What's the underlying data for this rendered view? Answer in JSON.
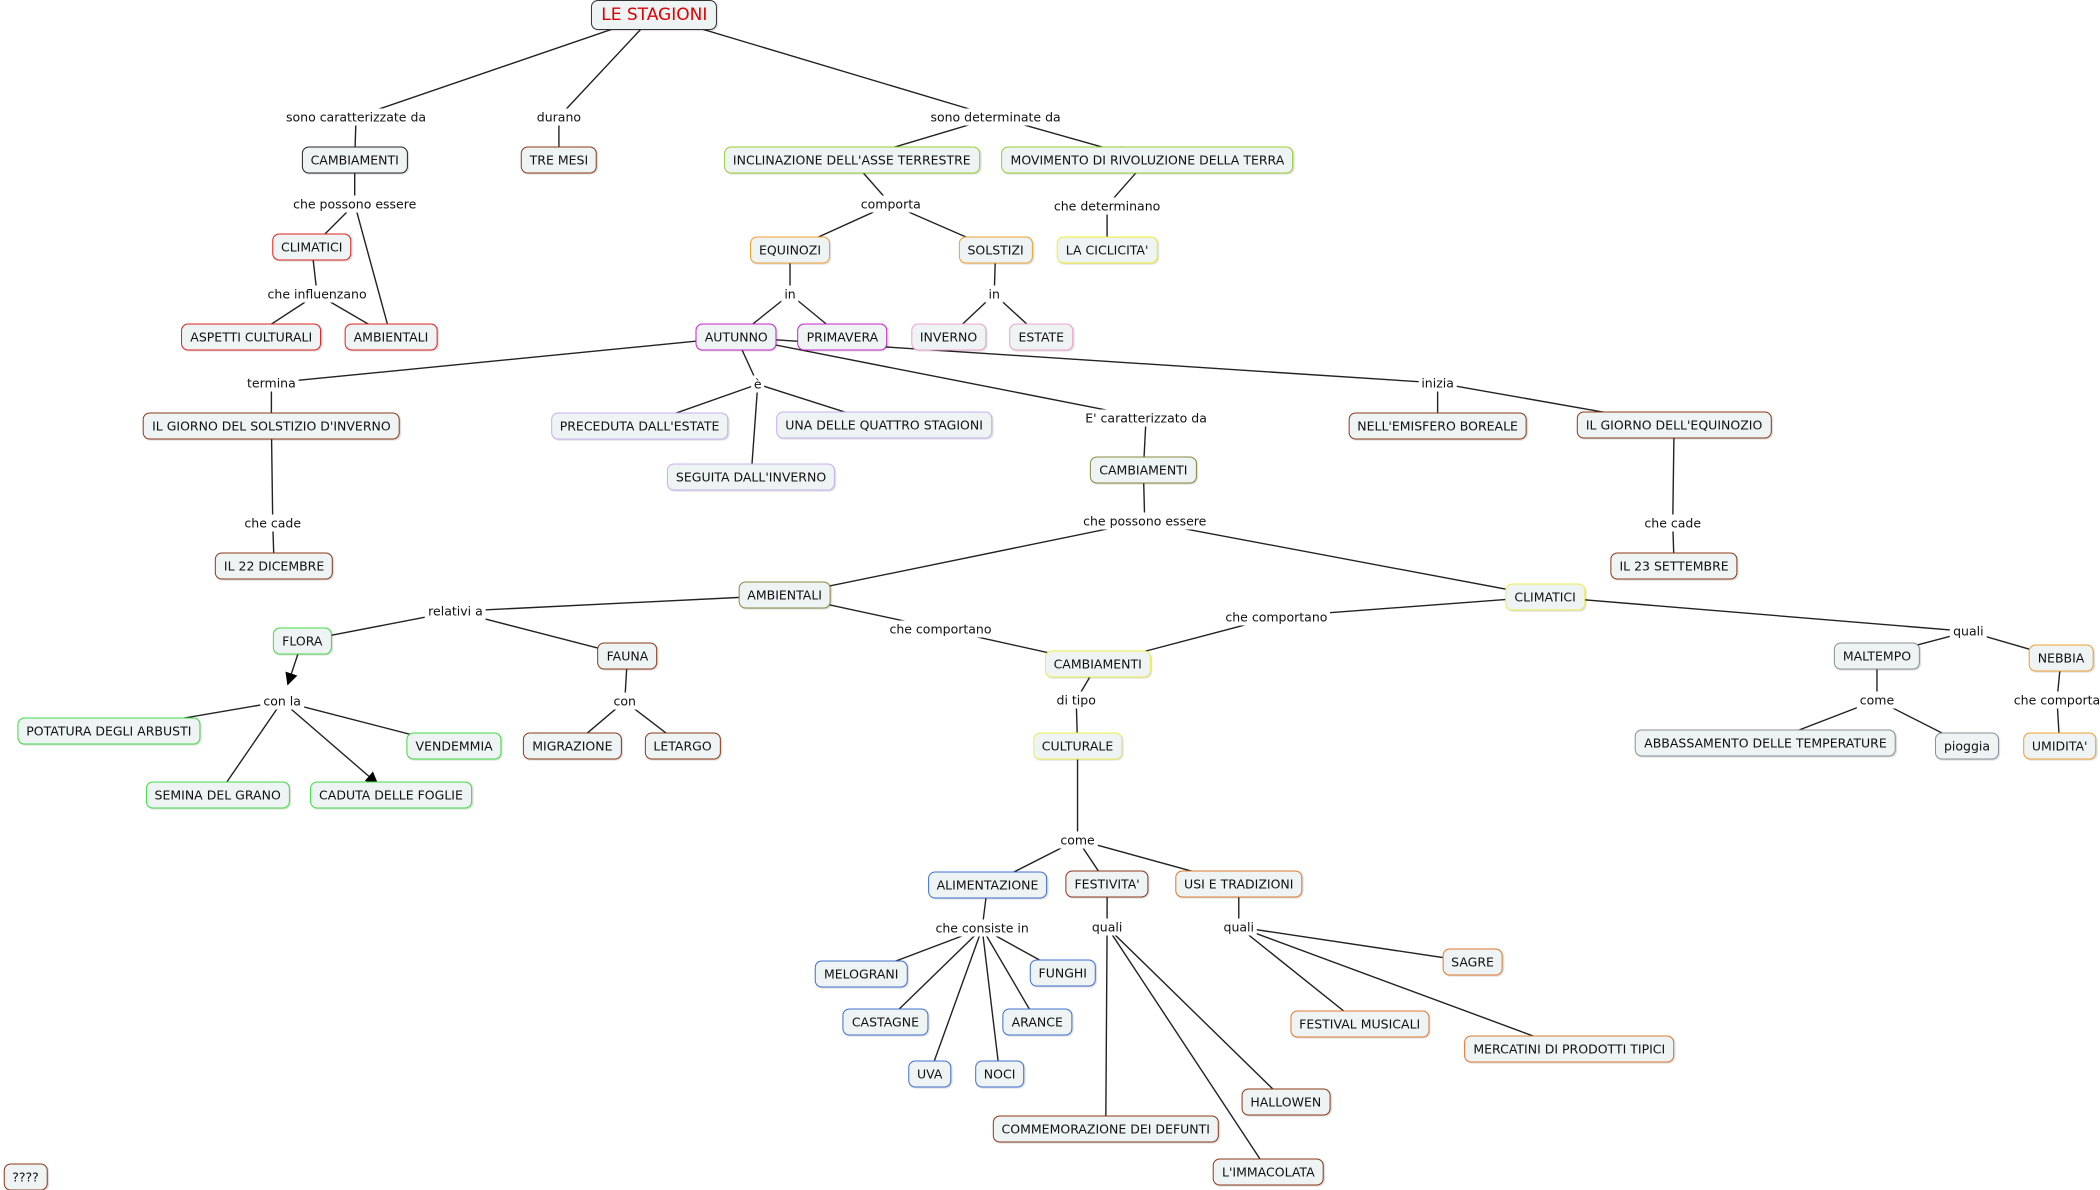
{
  "title": "LE STAGIONI",
  "concepts": [
    {
      "text": "LE STAGIONI",
      "color": "#333333"
    },
    {
      "text": "CAMBIAMENTI",
      "color": "#222222"
    },
    {
      "text": "TRE MESI",
      "color": "#8b3a1a"
    },
    {
      "text": "INCLINAZIONE DELL'ASSE TERRESTRE",
      "color": "#9acd32"
    },
    {
      "text": "MOVIMENTO DI RIVOLUZIONE DELLA TERRA",
      "color": "#9acd32"
    },
    {
      "text": "CLIMATICI",
      "color": "#e02020"
    },
    {
      "text": "AMBIENTALI",
      "color": "#e02020"
    },
    {
      "text": "ASPETTI CULTURALI",
      "color": "#e02020"
    },
    {
      "text": "EQUINOZI",
      "color": "#f0a030"
    },
    {
      "text": "SOLSTIZI",
      "color": "#f0a030"
    },
    {
      "text": "LA CICLICITA'",
      "color": "#eeee30"
    },
    {
      "text": "AUTUNNO",
      "color": "#cc22cc"
    },
    {
      "text": "PRIMAVERA",
      "color": "#cc22cc"
    },
    {
      "text": "INVERNO",
      "color": "#f0a0d0"
    },
    {
      "text": "ESTATE",
      "color": "#f0a0d0"
    },
    {
      "text": "IL GIORNO DEL SOLSTIZIO D'INVERNO",
      "color": "#8b3a1a"
    },
    {
      "text": "PRECEDUTA DALL'ESTATE",
      "color": "#c8b0f0"
    },
    {
      "text": "UNA DELLE QUATTRO STAGIONI",
      "color": "#c8b0f0"
    },
    {
      "text": "SEGUITA DALL'INVERNO",
      "color": "#c8b0f0"
    },
    {
      "text": "NELL'EMISFERO BOREALE",
      "color": "#8b3a1a"
    },
    {
      "text": "IL GIORNO DELL'EQUINOZIO",
      "color": "#8b3a1a"
    },
    {
      "text": "CAMBIAMENTI",
      "color": "#8a8a40"
    },
    {
      "text": "IL 22 DICEMBRE",
      "color": "#8b3a1a"
    },
    {
      "text": "IL 23 SETTEMBRE",
      "color": "#8b3a1a"
    },
    {
      "text": "AMBIENTALI",
      "color": "#8a8a40"
    },
    {
      "text": "CLIMATICI",
      "color": "#eeee50"
    },
    {
      "text": "FLORA",
      "color": "#40dd40"
    },
    {
      "text": "FAUNA",
      "color": "#8b3a1a"
    },
    {
      "text": "CAMBIAMENTI",
      "color": "#eeee50"
    },
    {
      "text": "MALTEMPO",
      "color": "#8a9098"
    },
    {
      "text": "NEBBIA",
      "color": "#f0a030"
    },
    {
      "text": "POTATURA DEGLI ARBUSTI",
      "color": "#40dd40"
    },
    {
      "text": "VENDEMMIA",
      "color": "#40dd40"
    },
    {
      "text": "MIGRAZIONE",
      "color": "#8b3a1a"
    },
    {
      "text": "LETARGO",
      "color": "#8b3a1a"
    },
    {
      "text": "CULTURALE",
      "color": "#eeee50"
    },
    {
      "text": "ABBASSAMENTO DELLE TEMPERATURE",
      "color": "#8a9098"
    },
    {
      "text": "pioggia",
      "color": "#8a9098"
    },
    {
      "text": "UMIDITA'",
      "color": "#f0a030"
    },
    {
      "text": "SEMINA DEL GRANO",
      "color": "#40dd40"
    },
    {
      "text": "CADUTA DELLE FOGLIE",
      "color": "#40dd40"
    },
    {
      "text": "ALIMENTAZIONE",
      "color": "#4070d0"
    },
    {
      "text": "FESTIVITA'",
      "color": "#8b3a1a"
    },
    {
      "text": "USI E TRADIZIONI",
      "color": "#e07a30"
    },
    {
      "text": "MELOGRANI",
      "color": "#4070d0"
    },
    {
      "text": "FUNGHI",
      "color": "#4070d0"
    },
    {
      "text": "CASTAGNE",
      "color": "#4070d0"
    },
    {
      "text": "ARANCE",
      "color": "#4070d0"
    },
    {
      "text": "UVA",
      "color": "#4070d0"
    },
    {
      "text": "NOCI",
      "color": "#4070d0"
    },
    {
      "text": "SAGRE",
      "color": "#e07a30"
    },
    {
      "text": "FESTIVAL MUSICALI",
      "color": "#e07a30"
    },
    {
      "text": "MERCATINI DI PRODOTTI TIPICI",
      "color": "#e07a30"
    },
    {
      "text": "HALLOWEN",
      "color": "#8b3a1a"
    },
    {
      "text": "COMMEMORAZIONE DEI DEFUNTI",
      "color": "#8b3a1a"
    },
    {
      "text": "L'IMMACOLATA",
      "color": "#8b3a1a"
    },
    {
      "text": "????",
      "color": "#8b3a1a"
    }
  ],
  "links": [
    {
      "text": "sono caratterizzate da"
    },
    {
      "text": "durano"
    },
    {
      "text": "sono determinate da"
    },
    {
      "text": "che possono essere"
    },
    {
      "text": "che influenzano"
    },
    {
      "text": "comporta"
    },
    {
      "text": "che determinano"
    },
    {
      "text": "in"
    },
    {
      "text": "in"
    },
    {
      "text": "termina"
    },
    {
      "text": "è"
    },
    {
      "text": "E' caratterizzato da"
    },
    {
      "text": "inizia"
    },
    {
      "text": "che cade"
    },
    {
      "text": "che cade"
    },
    {
      "text": "che possono essere"
    },
    {
      "text": "relativi a"
    },
    {
      "text": "che comportano"
    },
    {
      "text": "che comportano"
    },
    {
      "text": "quali"
    },
    {
      "text": "con la"
    },
    {
      "text": "con"
    },
    {
      "text": "di tipo"
    },
    {
      "text": "come"
    },
    {
      "text": "che comporta"
    },
    {
      "text": "come"
    },
    {
      "text": "che consiste in"
    },
    {
      "text": "quali"
    },
    {
      "text": "quali"
    }
  ]
}
